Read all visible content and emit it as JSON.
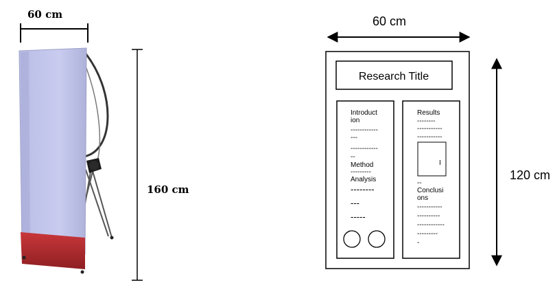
{
  "photo": {
    "width_label": "60 cm",
    "height_label": "160 cm"
  },
  "diagram": {
    "width_label": "60 cm",
    "height_label": "120 cm",
    "title_box": "Research Title",
    "left_column": [
      "Introduct",
      "ion",
      "------------",
      "---",
      "------------",
      "--",
      "Method",
      "---------",
      "Analysis",
      "--------",
      "---",
      "-----"
    ],
    "right_column": {
      "top": [
        "Results",
        "--------",
        "-----------",
        "-----------"
      ],
      "figure_mark": "I",
      "bottom": [
        "--",
        "Conclusi",
        "ons",
        "-----------",
        "----------",
        "------------",
        "---------",
        "-"
      ]
    }
  }
}
